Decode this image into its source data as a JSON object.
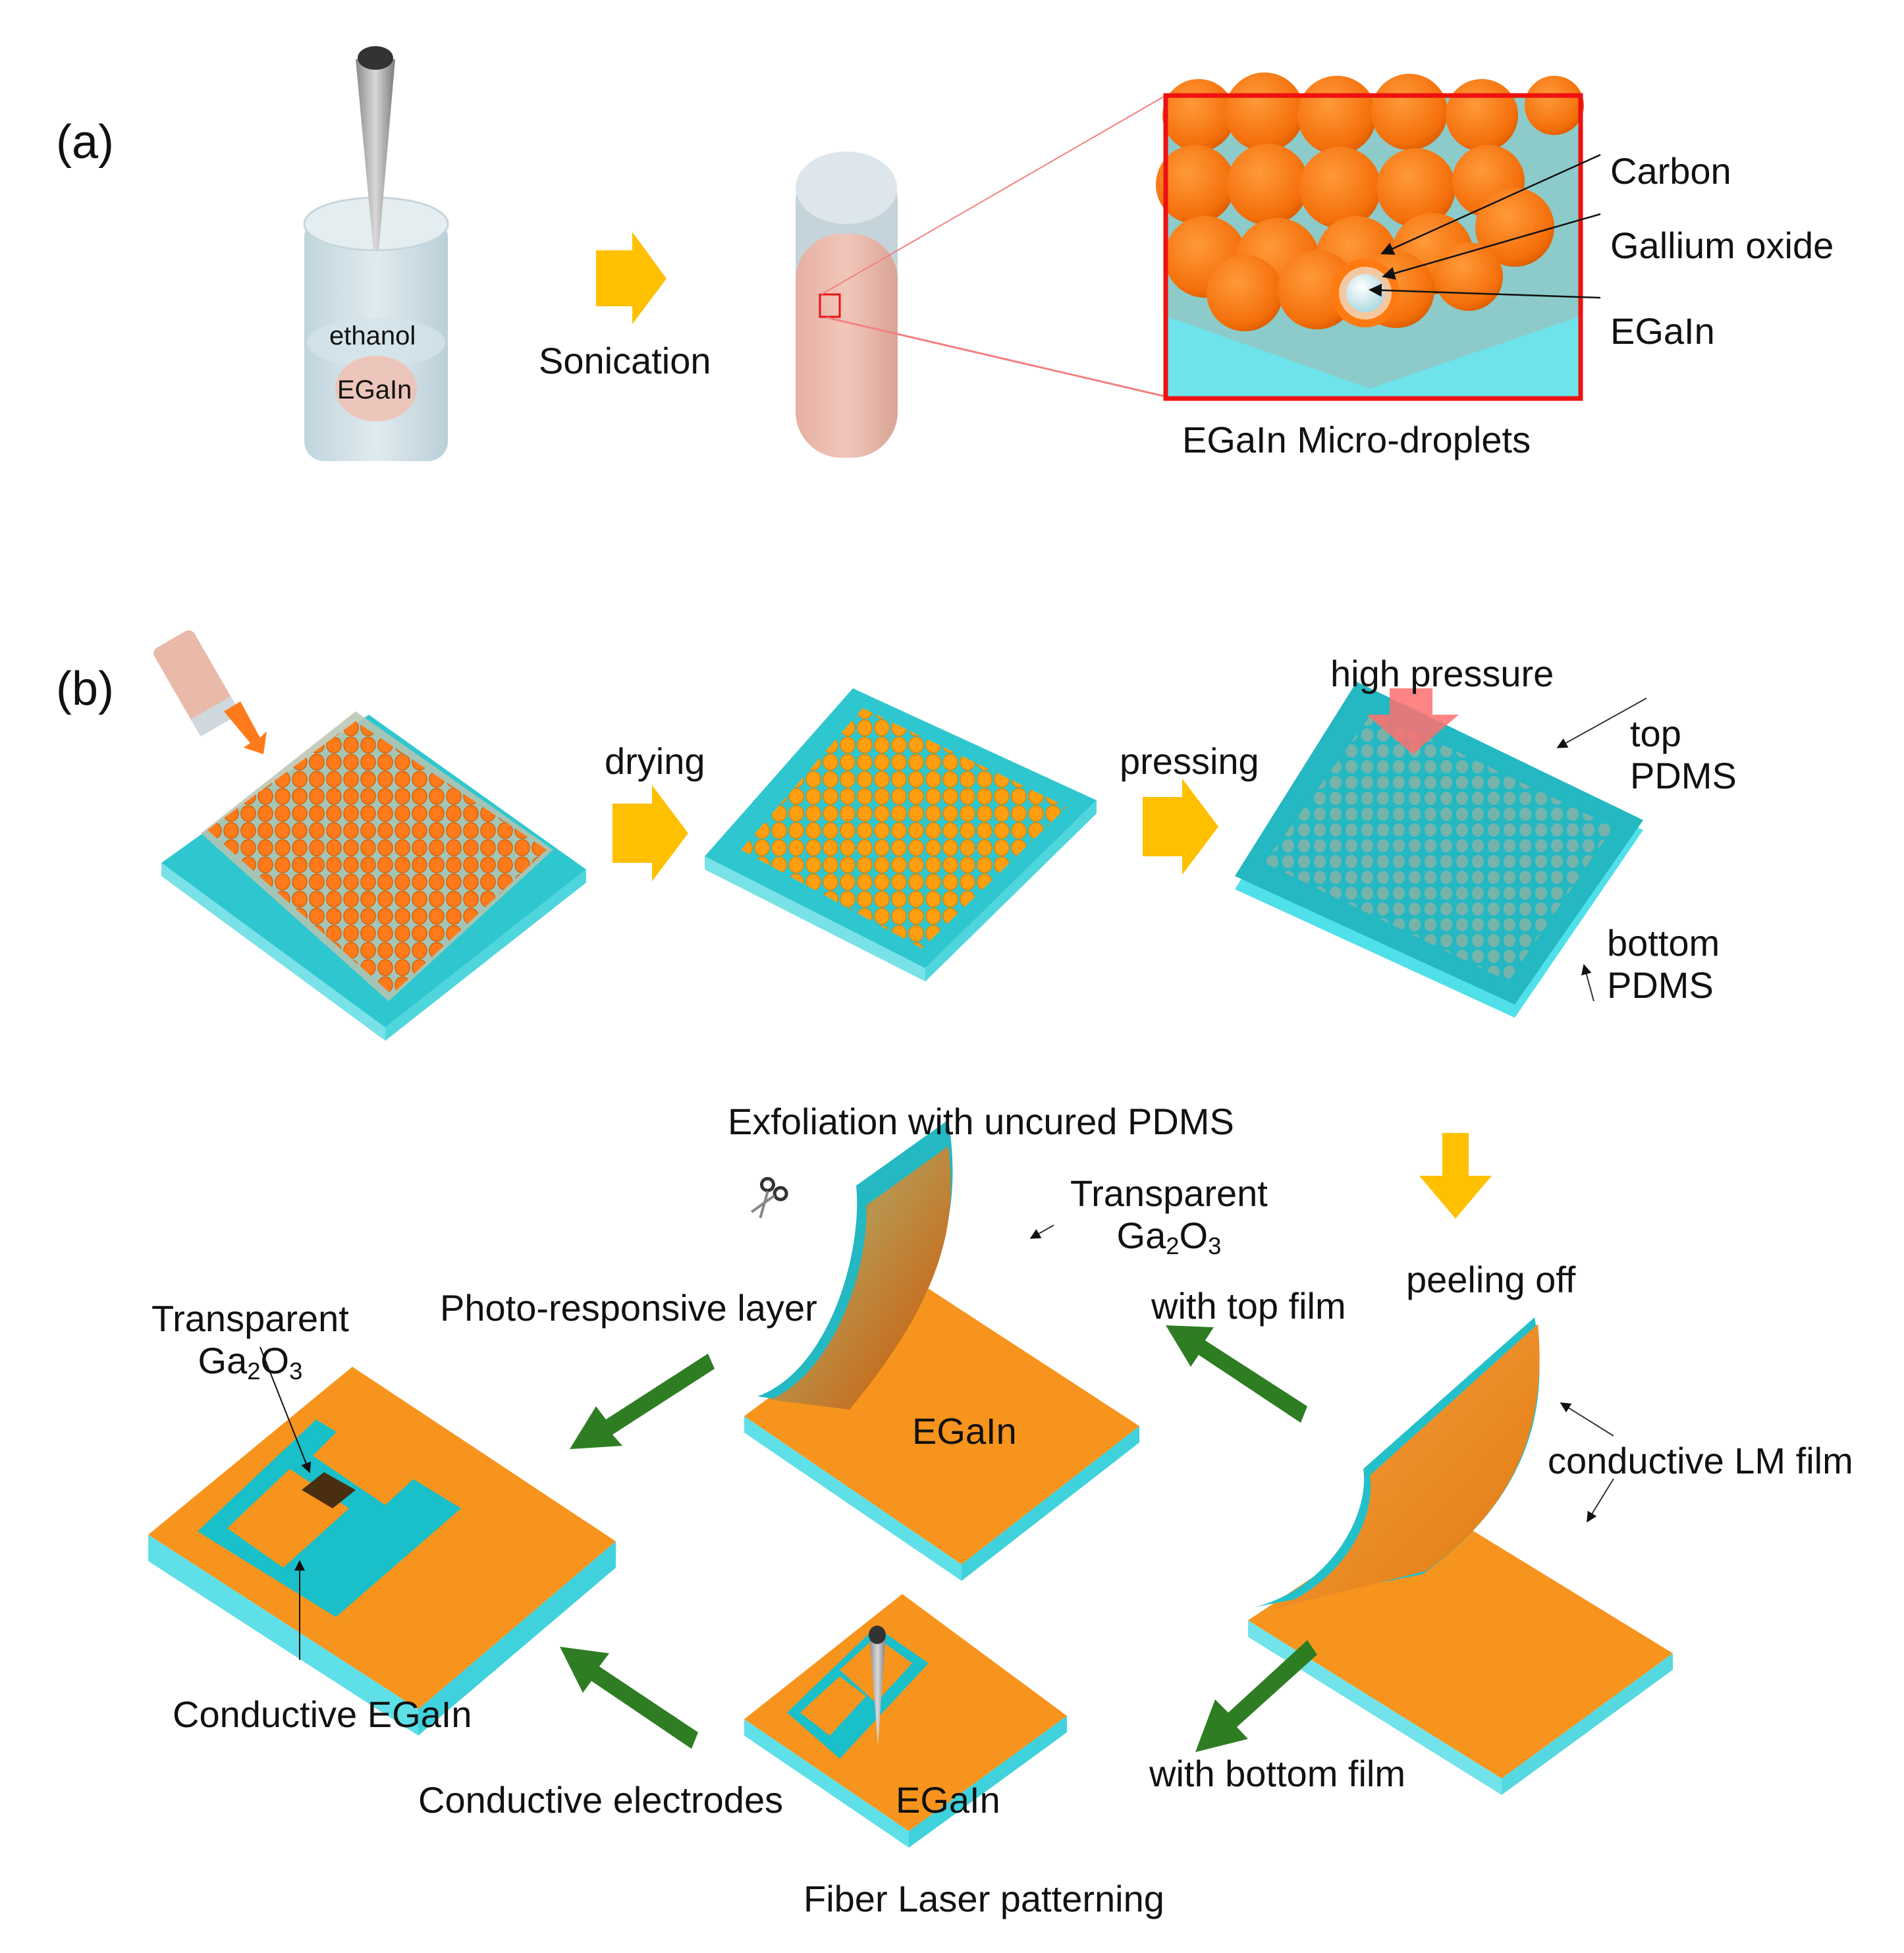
{
  "figure": {
    "panels": [
      {
        "id": "a",
        "label": "(a)"
      },
      {
        "id": "b",
        "label": "(b)"
      }
    ]
  },
  "panel_a": {
    "beaker_labels": {
      "solvent": "ethanol",
      "metal": "EGaIn"
    },
    "step_arrow_label": "Sonication",
    "inset": {
      "caption": "EGaIn Micro-droplets",
      "callouts": [
        "Carbon",
        "Gallium oxide",
        "EGaIn"
      ]
    }
  },
  "panel_b": {
    "steps": {
      "drying": "drying",
      "pressing": "pressing",
      "high_pressure": "high pressure",
      "top_pdms_line1": "top",
      "top_pdms_line2": "PDMS",
      "bottom_pdms_line1": "bottom",
      "bottom_pdms_line2": "PDMS"
    },
    "exfoliation": {
      "title": "Exfoliation with uncured PDMS",
      "transparent": "Transparent",
      "ga2o3_base": "Ga",
      "ga2o3_sub1": "2",
      "ga2o3_mid": "O",
      "ga2o3_sub2": "3",
      "egain": "EGaIn",
      "with_top_film": "with top film",
      "photo_layer": "Photo-responsive layer"
    },
    "peeling": {
      "title": "peeling off",
      "film_label": "conductive LM film",
      "with_bottom_film": "with bottom film"
    },
    "laser": {
      "title": "Fiber Laser patterning",
      "egain": "EGaIn",
      "electrodes": "Conductive electrodes"
    },
    "device": {
      "transparent": "Transparent",
      "ga2o3_base": "Ga",
      "ga2o3_sub1": "2",
      "ga2o3_mid": "O",
      "ga2o3_sub2": "3",
      "conductive": "Conductive EGaIn"
    }
  },
  "colors": {
    "orange": "#F7941D",
    "droplet_orange": "#FF7A1A",
    "cyan": "#5CDDE6",
    "cyan_dark": "#19BFC9",
    "yellow_arrow": "#FFC000",
    "green_arrow": "#2E7D23",
    "red_frame": "#EE1111",
    "pink_fluid": "#E8B4A6"
  }
}
